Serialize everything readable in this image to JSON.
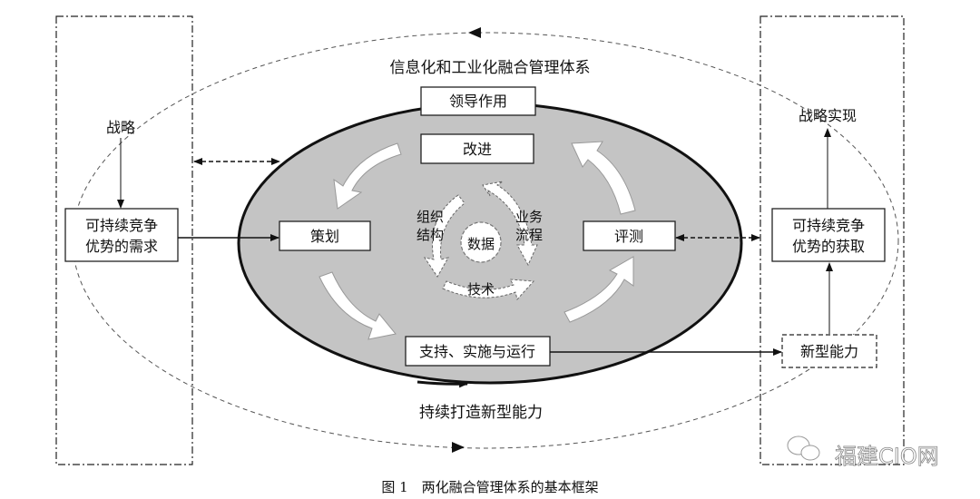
{
  "title": "信息化和工业化融合管理体系",
  "boxes": {
    "leadership": "领导作用",
    "improve": "改进",
    "plan": "策划",
    "evaluate": "评测",
    "support": "支持、实施与运行"
  },
  "center": {
    "data": "数据",
    "org_line1": "组织",
    "org_line2": "结构",
    "biz_line1": "业务",
    "biz_line2": "流程",
    "tech": "技术"
  },
  "left": {
    "strategy": "战略",
    "demand_line1": "可持续竞争",
    "demand_line2": "优势的需求"
  },
  "right": {
    "realize": "战略实现",
    "gain_line1": "可持续竞争",
    "gain_line2": "优势的获取",
    "capability": "新型能力"
  },
  "bottom_label": "持续打造新型能力",
  "caption": "图 1　两化融合管理体系的基本框架",
  "watermark": "福建CIO网"
}
